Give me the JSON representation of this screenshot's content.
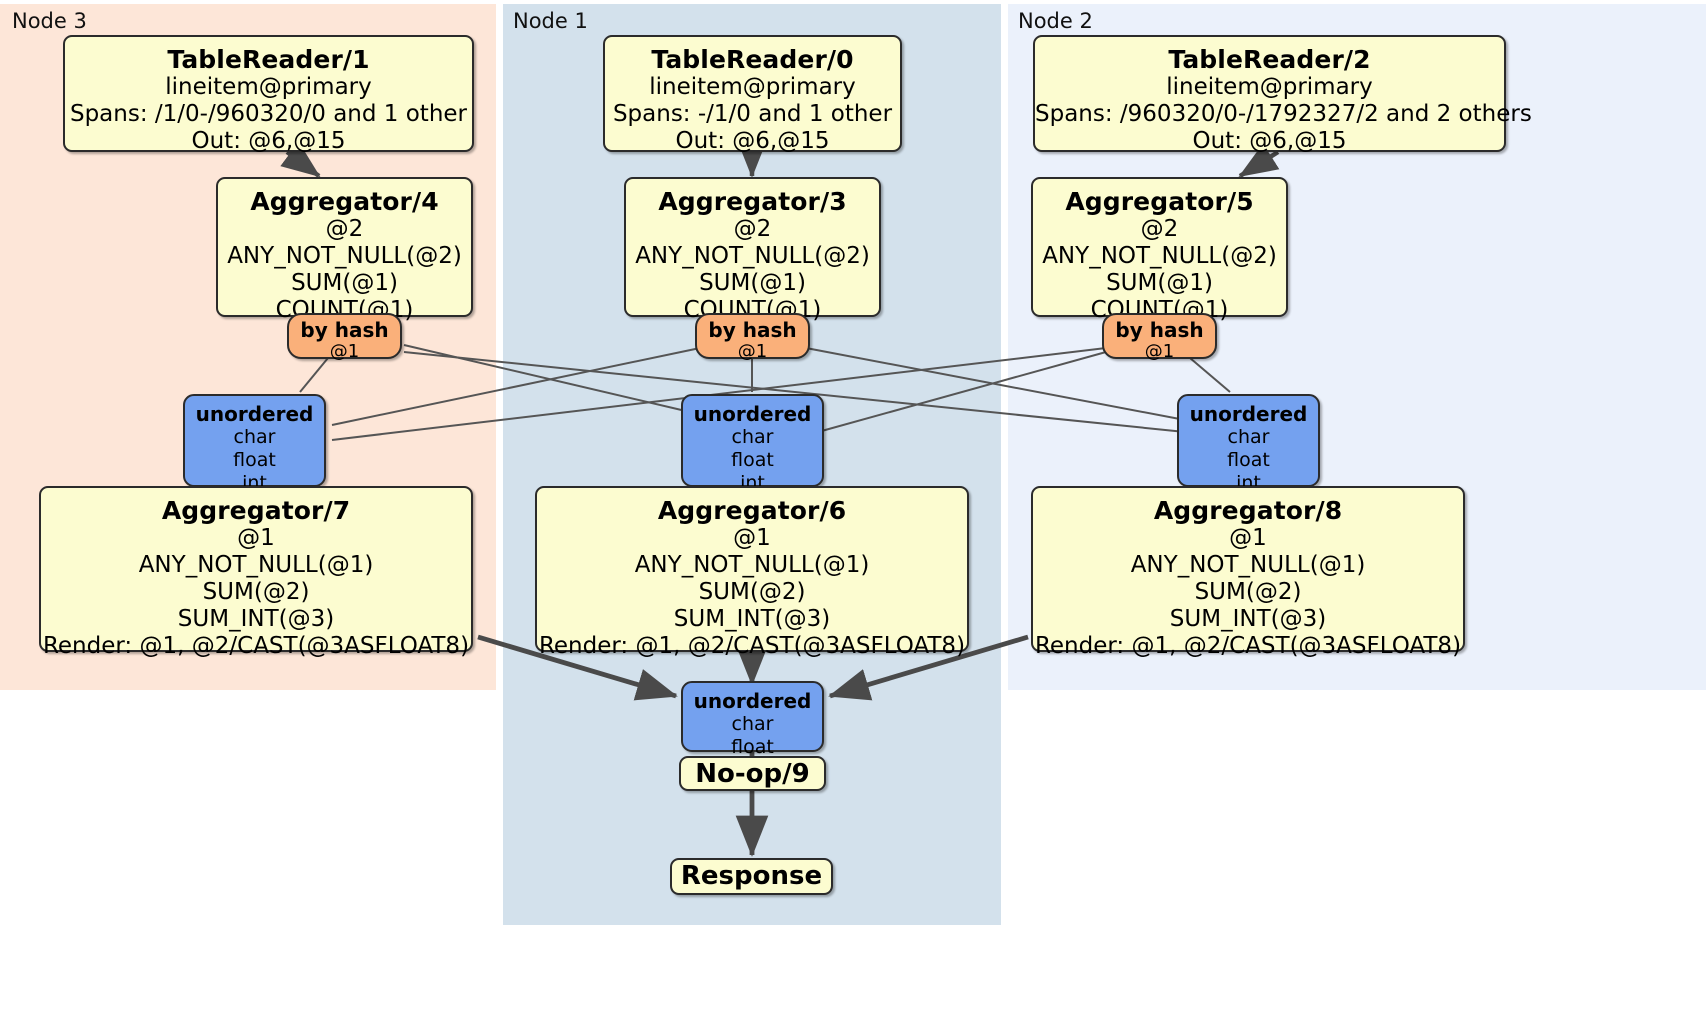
{
  "diagram": {
    "type": "distributed-query-plan",
    "panels": [
      {
        "id": "node3",
        "label": "Node 3",
        "color": "#fde6d8"
      },
      {
        "id": "node1",
        "label": "Node 1",
        "color": "#d3e1ec"
      },
      {
        "id": "node2",
        "label": "Node 2",
        "color": "#ebf1fb"
      }
    ],
    "colors": {
      "processor_fill": "#fcfcd0",
      "hash_router_fill": "#fab07a",
      "unordered_router_fill": "#74a1ef",
      "border": "#2b2b2b",
      "edge": "#555555",
      "edge_thick": "#4a4a4a",
      "canvas": "#ffffff"
    },
    "table_readers": [
      {
        "id": "tr1",
        "title": "TableReader/1",
        "table": "lineitem@primary",
        "spans": "Spans: /1/0-/960320/0 and 1 other",
        "out": "Out: @6,@15",
        "node": "node3"
      },
      {
        "id": "tr0",
        "title": "TableReader/0",
        "table": "lineitem@primary",
        "spans": "Spans: -/1/0 and 1 other",
        "out": "Out: @6,@15",
        "node": "node1"
      },
      {
        "id": "tr2",
        "title": "TableReader/2",
        "table": "lineitem@primary",
        "spans": "Spans: /960320/0-/1792327/2 and 2 others",
        "out": "Out: @6,@15",
        "node": "node2"
      }
    ],
    "aggregators_stage1": [
      {
        "id": "agg4",
        "title": "Aggregator/4",
        "group": "@2",
        "f1": "ANY_NOT_NULL(@2)",
        "f2": "SUM(@1)",
        "f3": "COUNT(@1)",
        "node": "node3"
      },
      {
        "id": "agg3",
        "title": "Aggregator/3",
        "group": "@2",
        "f1": "ANY_NOT_NULL(@2)",
        "f2": "SUM(@1)",
        "f3": "COUNT(@1)",
        "node": "node1"
      },
      {
        "id": "agg5",
        "title": "Aggregator/5",
        "group": "@2",
        "f1": "ANY_NOT_NULL(@2)",
        "f2": "SUM(@1)",
        "f3": "COUNT(@1)",
        "node": "node2"
      }
    ],
    "hash_routers": [
      {
        "id": "hash3",
        "title": "by hash",
        "col": "@1",
        "node": "node3"
      },
      {
        "id": "hash1",
        "title": "by hash",
        "col": "@1",
        "node": "node1"
      },
      {
        "id": "hash2",
        "title": "by hash",
        "col": "@1",
        "node": "node2"
      }
    ],
    "unordered_routers_mid": [
      {
        "id": "un3",
        "title": "unordered",
        "t1": "char",
        "t2": "float",
        "t3": "int",
        "node": "node3"
      },
      {
        "id": "un1",
        "title": "unordered",
        "t1": "char",
        "t2": "float",
        "t3": "int",
        "node": "node1"
      },
      {
        "id": "un2",
        "title": "unordered",
        "t1": "char",
        "t2": "float",
        "t3": "int",
        "node": "node2"
      }
    ],
    "aggregators_stage2": [
      {
        "id": "agg7",
        "title": "Aggregator/7",
        "group": "@1",
        "f1": "ANY_NOT_NULL(@1)",
        "f2": "SUM(@2)",
        "f3": "SUM_INT(@3)",
        "render": "Render: @1, @2/CAST(@3ASFLOAT8)",
        "node": "node3"
      },
      {
        "id": "agg6",
        "title": "Aggregator/6",
        "group": "@1",
        "f1": "ANY_NOT_NULL(@1)",
        "f2": "SUM(@2)",
        "f3": "SUM_INT(@3)",
        "render": "Render: @1, @2/CAST(@3ASFLOAT8)",
        "node": "node1"
      },
      {
        "id": "agg8",
        "title": "Aggregator/8",
        "group": "@1",
        "f1": "ANY_NOT_NULL(@1)",
        "f2": "SUM(@2)",
        "f3": "SUM_INT(@3)",
        "render": "Render: @1, @2/CAST(@3ASFLOAT8)",
        "node": "node2"
      }
    ],
    "final_unordered": {
      "id": "unfinal",
      "title": "unordered",
      "t1": "char",
      "t2": "float",
      "node": "node1"
    },
    "noop": {
      "id": "noop9",
      "title": "No-op/9",
      "node": "node1"
    },
    "response": {
      "id": "response",
      "title": "Response",
      "node": "node1"
    }
  }
}
